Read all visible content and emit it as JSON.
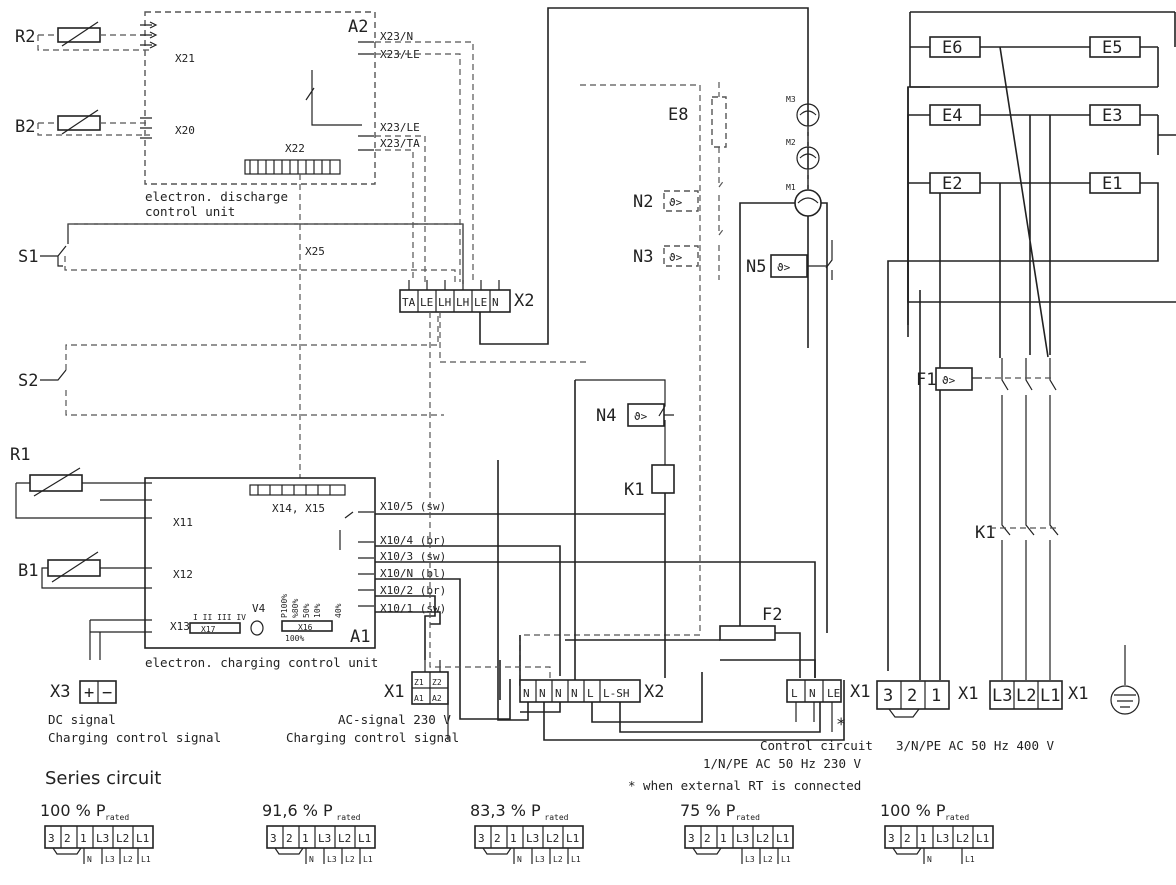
{
  "components": {
    "R2": "R2",
    "B2": "B2",
    "A2": "A2",
    "S1": "S1",
    "S2": "S2",
    "R1": "R1",
    "B1": "B1",
    "A1": "A1",
    "X3": "X3",
    "X1_ac": "X1",
    "X2_upper": "X2",
    "X2_lower": "X2",
    "E8": "E8",
    "N2": "N2",
    "N3": "N3",
    "N4": "N4",
    "N5": "N5",
    "K1_coil": "K1",
    "F2": "F2",
    "X1_ctrl": "X1",
    "M1": "M1",
    "M2": "M2",
    "M3": "M3",
    "E1": "E1",
    "E2": "E2",
    "E3": "E3",
    "E4": "E4",
    "E5": "E5",
    "E6": "E6",
    "F1": "F1",
    "K1_contacts": "K1",
    "X1_n": "X1",
    "X1_l": "X1"
  },
  "connectors": {
    "X21": "X21",
    "X20": "X20",
    "X22": "X22",
    "X25": "X25",
    "X23_N": "X23/N",
    "X23_LE_1": "X23/LE",
    "X23_LE_2": "X23/LE",
    "X23_TA": "X23/TA",
    "X11": "X11",
    "X12": "X12",
    "X13": "X13",
    "X14_X15": "X14, X15",
    "X17": "X17",
    "V4": "V4",
    "X16": "X16",
    "X10_5": "X10/5 (sw)",
    "X10_4": "X10/4 (br)",
    "X10_3": "X10/3 (sw)",
    "X10_N": "X10/N (bl)",
    "X10_2": "X10/2 (br)",
    "X10_1": "X10/1 (sw)"
  },
  "x16_pct": [
    "P100%",
    "%80%",
    "50%",
    "10%",
    "40%",
    "100%"
  ],
  "x17_marks": "I  II  III IV",
  "thermostat_symbol": "ϑ>",
  "x3_terminals": [
    "+",
    "−"
  ],
  "x1_ac_terminals": [
    "Z1",
    "Z2",
    "A1",
    "A2"
  ],
  "x2_upper_terminals": [
    "TA",
    "LE",
    "LH",
    "LH",
    "LE",
    "N"
  ],
  "x2_lower_terminals": [
    "N",
    "N",
    "N",
    "N",
    "L",
    "L-SH"
  ],
  "x1_ctrl_terminals": [
    "L",
    "N",
    "LE"
  ],
  "x1_n_terminals": [
    "3",
    "2",
    "1"
  ],
  "x1_l_terminals": [
    "L3",
    "L2",
    "L1"
  ],
  "labels": {
    "a2_title_1": "electron. discharge",
    "a2_title_2": "control unit",
    "a1_title": "electron. charging control unit",
    "dc_1": "DC signal",
    "dc_2": "Charging control signal",
    "ac_1": "AC-signal 230 V",
    "ac_2": "Charging control signal",
    "ctrl_1": "Control circuit",
    "ctrl_2": "1/N/PE AC 50 Hz 230 V",
    "asterisk": "*",
    "ext_note": "*  when external RT is connected",
    "power_supply": "3/N/PE AC 50 Hz 400 V",
    "series_title": "Series circuit"
  },
  "series": [
    {
      "pct": "100 % P",
      "sub": "rated",
      "terms": [
        "3",
        "2",
        "1",
        "L3",
        "L2",
        "L1"
      ],
      "below": [
        "N",
        "L3",
        "L2",
        "L1"
      ]
    },
    {
      "pct": "91,6 % P",
      "sub": "rated",
      "terms": [
        "3",
        "2",
        "1",
        "L3",
        "L2",
        "L1"
      ],
      "below": [
        "N",
        "L3",
        "L2",
        "L1"
      ]
    },
    {
      "pct": "83,3 % P",
      "sub": "rated",
      "terms": [
        "3",
        "2",
        "1",
        "L3",
        "L2",
        "L1"
      ],
      "below": [
        "N",
        "L3",
        "L2",
        "L1"
      ]
    },
    {
      "pct": "75 % P",
      "sub": "rated",
      "terms": [
        "3",
        "2",
        "1",
        "L3",
        "L2",
        "L1"
      ],
      "below": [
        "L3",
        "L2",
        "L1"
      ]
    },
    {
      "pct": "100 % P",
      "sub": "rated",
      "terms": [
        "3",
        "2",
        "1",
        "L3",
        "L2",
        "L1"
      ],
      "below": [
        "N",
        "L1"
      ]
    }
  ]
}
